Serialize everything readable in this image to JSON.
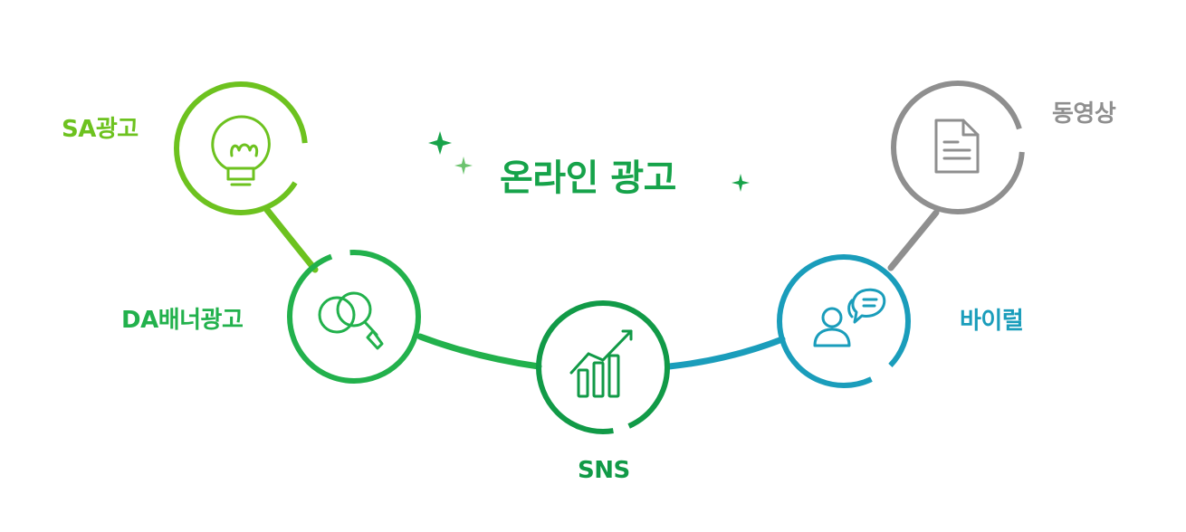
{
  "title": "온라인 광고",
  "nodes": [
    {
      "label": "SA광고",
      "icon": "lightbulb-icon",
      "color": "#6dc21f"
    },
    {
      "label": "DA배너광고",
      "icon": "search-magnifier-icon",
      "color": "#22b14c"
    },
    {
      "label": "SNS",
      "icon": "growth-chart-icon",
      "color": "#119a47"
    },
    {
      "label": "바이럴",
      "icon": "user-chat-icon",
      "color": "#1a9dbb"
    },
    {
      "label": "동영상",
      "icon": "document-icon",
      "color": "#8f8f8f"
    }
  ],
  "colors": {
    "title": "#16a34a",
    "sparkle_dark": "#18a34a",
    "sparkle_light": "#6cc36e"
  }
}
